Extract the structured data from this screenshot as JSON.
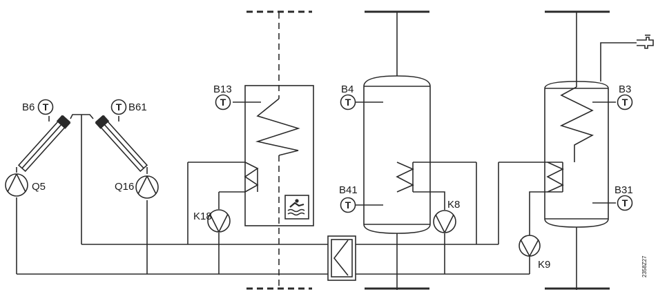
{
  "labels": {
    "B6": "B6",
    "B61": "B61",
    "Q5": "Q5",
    "Q16": "Q16",
    "B13": "B13",
    "K18": "K18",
    "B4": "B4",
    "B41": "B41",
    "K8": "K8",
    "B3": "B3",
    "B31": "B31",
    "K9": "K9"
  },
  "sensor_glyph": "T",
  "drawing_code": "2358Z27",
  "icons": {
    "sensor": "temperature-sensor-icon",
    "pump": "pump-icon",
    "collector": "solar-collector-icon",
    "pool": "swimming-pool-icon",
    "tap": "water-tap-icon",
    "exchanger": "heat-exchanger-icon"
  }
}
